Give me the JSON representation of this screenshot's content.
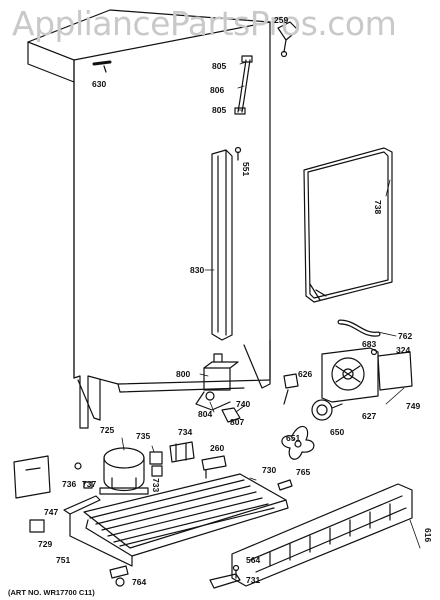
{
  "watermark": "AppliancePartsPros.com",
  "art_number": "(ART NO. WR17700 C11)",
  "callouts": [
    {
      "id": "259",
      "label": "259"
    },
    {
      "id": "630",
      "label": "630"
    },
    {
      "id": "805a",
      "label": "805"
    },
    {
      "id": "806",
      "label": "806"
    },
    {
      "id": "805b",
      "label": "805"
    },
    {
      "id": "551",
      "label": "551"
    },
    {
      "id": "738",
      "label": "738"
    },
    {
      "id": "830",
      "label": "830"
    },
    {
      "id": "762",
      "label": "762"
    },
    {
      "id": "683",
      "label": "683"
    },
    {
      "id": "324",
      "label": "324"
    },
    {
      "id": "800",
      "label": "800"
    },
    {
      "id": "626",
      "label": "626"
    },
    {
      "id": "804",
      "label": "804"
    },
    {
      "id": "807",
      "label": "807"
    },
    {
      "id": "740",
      "label": "740"
    },
    {
      "id": "749",
      "label": "749"
    },
    {
      "id": "627",
      "label": "627"
    },
    {
      "id": "725",
      "label": "725"
    },
    {
      "id": "735",
      "label": "735"
    },
    {
      "id": "734",
      "label": "734"
    },
    {
      "id": "651",
      "label": "651"
    },
    {
      "id": "650",
      "label": "650"
    },
    {
      "id": "260",
      "label": "260"
    },
    {
      "id": "730",
      "label": "730"
    },
    {
      "id": "765",
      "label": "765"
    },
    {
      "id": "736",
      "label": "736"
    },
    {
      "id": "737",
      "label": "737"
    },
    {
      "id": "733",
      "label": "733"
    },
    {
      "id": "747",
      "label": "747"
    },
    {
      "id": "616",
      "label": "616"
    },
    {
      "id": "729",
      "label": "729"
    },
    {
      "id": "751",
      "label": "751"
    },
    {
      "id": "564",
      "label": "564"
    },
    {
      "id": "731",
      "label": "731"
    },
    {
      "id": "764",
      "label": "764"
    }
  ]
}
